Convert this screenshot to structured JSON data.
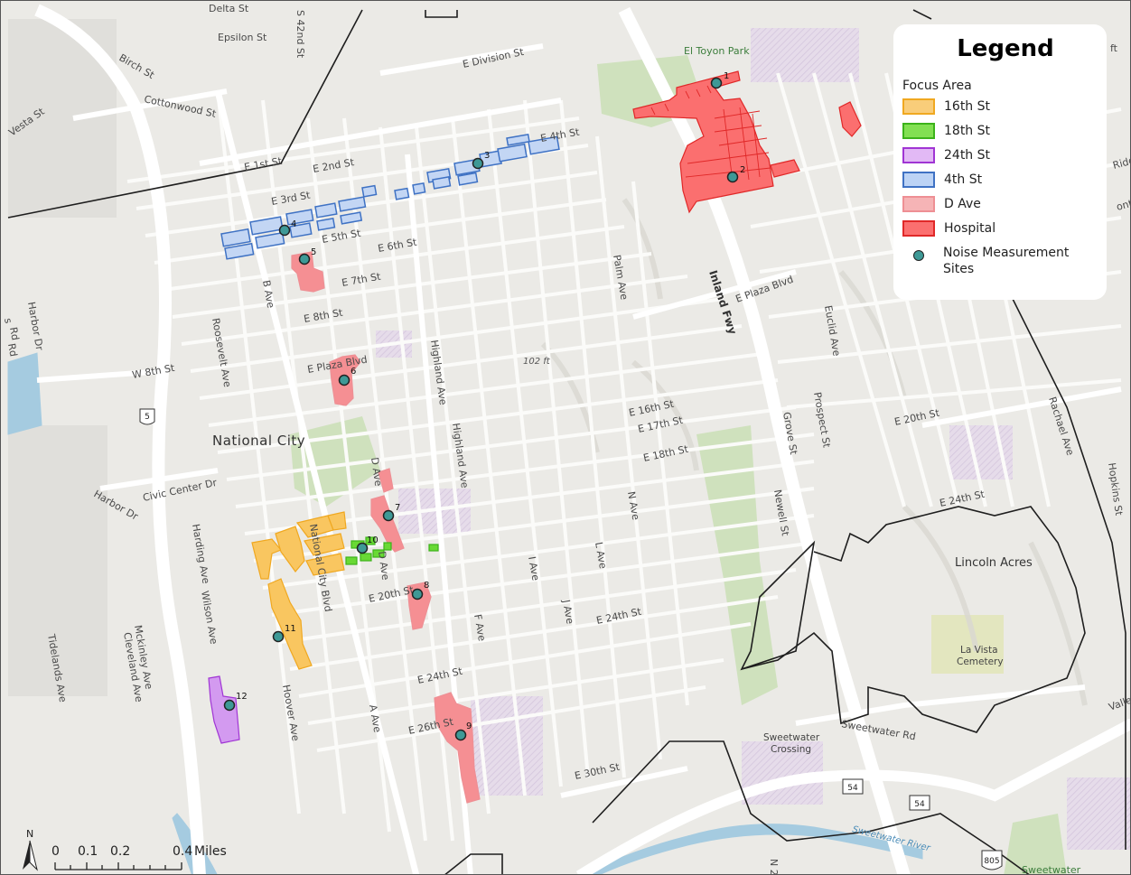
{
  "colors": {
    "land": "#ebeae6",
    "major_road": "#ffffff",
    "street": "#f9f9f7",
    "park": "#cfe1bd",
    "hatch": "#e1d6e6",
    "water": "#a5cbe0",
    "boundary": "#1e1e1e",
    "area_16th": "#f6bf4a",
    "area_18th": "#5fcf2a",
    "area_24th": "#c783e8",
    "area_4th": "#5c8fd7",
    "area_d_ave": "#f58f93",
    "area_hospital": "#f25757",
    "site_dot": "#3e9996"
  },
  "legend": {
    "title": "Legend",
    "group_label": "Focus Area",
    "items": [
      {
        "label": "16th St",
        "fill": "#f9cd7a",
        "stroke": "#f0a820"
      },
      {
        "label": "18th St",
        "fill": "#82e052",
        "stroke": "#3cb31a"
      },
      {
        "label": "24th St",
        "fill": "#e2b9f5",
        "stroke": "#a035d4"
      },
      {
        "label": "4th St",
        "fill": "#bcd3f5",
        "stroke": "#3f72c4"
      },
      {
        "label": "D Ave",
        "fill": "#f6b4b6",
        "stroke": "#ee8f94"
      },
      {
        "label": "Hospital",
        "fill": "#fb6f6f",
        "stroke": "#e02828"
      }
    ],
    "sites_label": "Noise Measurement Sites"
  },
  "places": {
    "national_city": "National City",
    "lincoln_acres": "Lincoln Acres",
    "la_vista_1": "La Vista",
    "la_vista_2": "Cemetery",
    "sweetwater_1": "Sweetwater",
    "sweetwater_2": "Crossing",
    "el_toyon": "El Toyon Park",
    "elevation": "102 ft",
    "river": "Sweetwater River",
    "sweetwater_edge": "Sweetwater",
    "ft_edge": "ft",
    "vall_edge": "Valle",
    "rd_edge": "Rd"
  },
  "streets": {
    "delta": "Delta St",
    "epsilon": "Epsilon St",
    "s42nd": "S 42nd St",
    "birch": "Birch St",
    "cottonwood": "Cottonwood St",
    "vesta": "Vesta St",
    "e_division": "E Division St",
    "e1st": "E 1st St",
    "e2nd": "E 2nd St",
    "e3rd": "E 3rd St",
    "e4th": "E 4th St",
    "e5th": "E 5th St",
    "e6th": "E 6th St",
    "e7th": "E 7th St",
    "e8th": "E 8th St",
    "w8th": "W 8th St",
    "e_plaza": "E Plaza Blvd",
    "e_plaza_2": "E Plaza Blvd",
    "b_ave": "B Ave",
    "roosevelt": "Roosevelt Ave",
    "harbor_dr": "Harbor Dr",
    "harbor_dr_2": "Harbor Dr",
    "civic": "Civic Center Dr",
    "highland_1": "Highland Ave",
    "highland_2": "Highland Ave",
    "palm": "Palm Ave",
    "inland": "Inland Fwy",
    "euclid": "Euclid Ave",
    "e16th": "E 16th St",
    "e17th": "E 17th St",
    "e18th": "E 18th St",
    "e20th": "E 20th St",
    "e20th_2": "E 20th St",
    "e24th": "E 24th St",
    "e24th_2": "E 24th St",
    "e24th_3": "E 24th St",
    "e26th": "E 26th St",
    "e30th": "E 30th St",
    "d_ave": "D Ave",
    "d_ave_2": "D Ave",
    "national_city_blvd": "National City Blvd",
    "harding": "Harding Ave",
    "wilson": "Wilson Ave",
    "hoover": "Hoover Ave",
    "a_ave": "A Ave",
    "f_ave": "F Ave",
    "i_ave": "I Ave",
    "j_ave": "J Ave",
    "l_ave": "L Ave",
    "n_ave": "N Ave",
    "mckinley": "Mckinley Ave",
    "cleveland": "Cleveland Ave",
    "tidelands": "Tidelands Ave",
    "grove": "Grove St",
    "newell": "Newell St",
    "prospect": "Prospect St",
    "rachael": "Rachael Ave",
    "hopkins": "Hopkins St",
    "sweetwater_rd": "Sweetwater Rd",
    "ridge": "Ridge",
    "ont": "ont Dr",
    "n2": "N 2",
    "rd_left": "Rd",
    "s_left": "s"
  },
  "shields": {
    "i5": "5",
    "sr54a": "54",
    "sr54b": "54",
    "i805": "805"
  },
  "sites": [
    "1",
    "2",
    "3",
    "4",
    "5",
    "6",
    "7",
    "8",
    "9",
    "10",
    "11",
    "12"
  ],
  "scalebar": {
    "north": "N",
    "t0": "0",
    "t1": "0.1",
    "t2": "0.2",
    "t4": "0.4",
    "unit": "Miles"
  }
}
